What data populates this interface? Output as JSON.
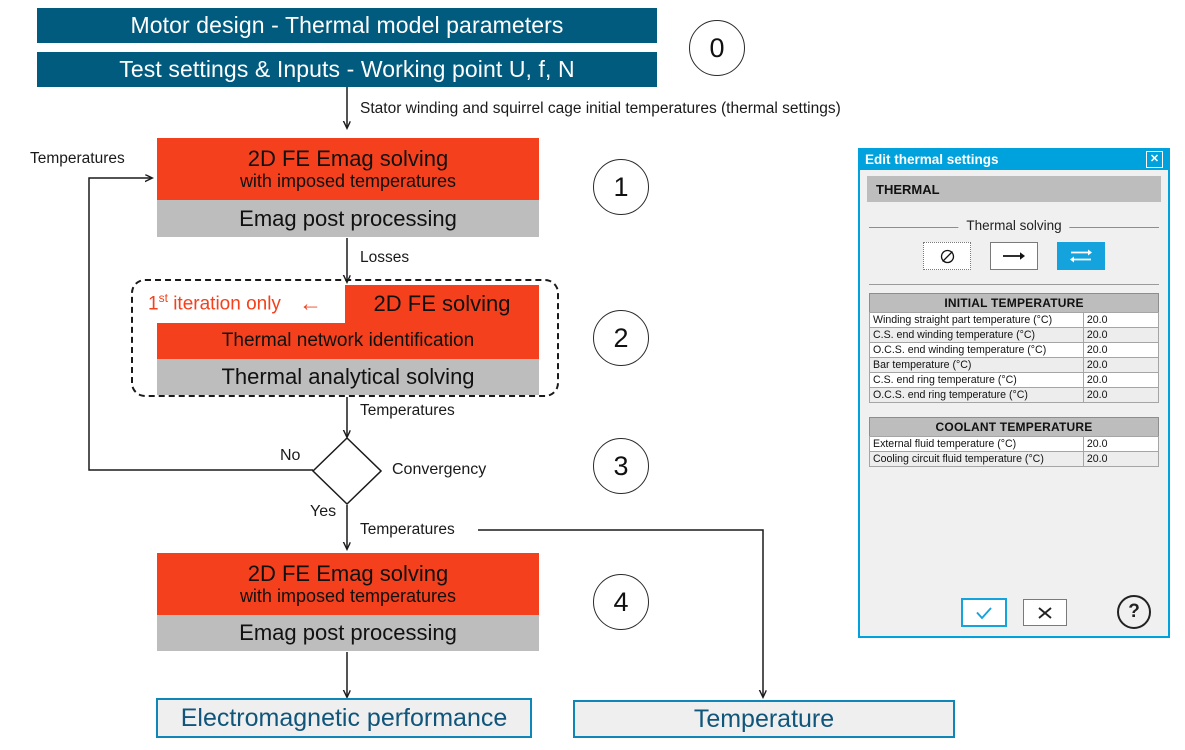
{
  "diagram": {
    "header": {
      "line1": "Motor design - Thermal model parameters",
      "line2": "Test settings & Inputs - Working point U, f, N",
      "step": "0"
    },
    "edges": {
      "initial_temps": "Stator winding and squirrel cage initial temperatures (thermal settings)",
      "feedback_temperatures": "Temperatures",
      "losses": "Losses",
      "temps_to_decision": "Temperatures",
      "temps_yes": "Temperatures",
      "no": "No",
      "yes": "Yes",
      "convergency": "Convergency"
    },
    "step1": {
      "number": "1",
      "title": "2D FE Emag solving",
      "subtitle": "with imposed temperatures",
      "post": "Emag post processing"
    },
    "step2": {
      "number": "2",
      "iteration_note": "1",
      "iteration_note_sup": "st",
      "iteration_note_rest": " iteration only",
      "iteration_arrow": "←",
      "title": "2D FE solving",
      "network": "Thermal network identification",
      "analytical": "Thermal analytical solving"
    },
    "step3": {
      "number": "3"
    },
    "step4": {
      "number": "4",
      "title": "2D FE Emag solving",
      "subtitle": "with imposed temperatures",
      "post": "Emag post processing"
    },
    "results": {
      "electromagnetic": "Electromagnetic performance",
      "temperature": "Temperature"
    },
    "colors": {
      "header_teal": "#015B7E",
      "process_orange": "#F4401C",
      "process_grey": "#BDBDBD",
      "result_border": "#0E86B8",
      "result_text": "#10557A"
    }
  },
  "dialog": {
    "title": "Edit thermal settings",
    "close_label": "✕",
    "tab": "THERMAL",
    "fieldset_legend": "Thermal solving",
    "tools": [
      {
        "name": "no-thermal-solving",
        "glyph": "⌀",
        "active": false
      },
      {
        "name": "one-way-coupling",
        "glyph": "→",
        "active": false
      },
      {
        "name": "two-way-coupling",
        "glyph": "⇄",
        "active": true
      }
    ],
    "initial_temperature": {
      "caption": "INITIAL TEMPERATURE",
      "rows": [
        {
          "label": "Winding straight part temperature (°C)",
          "value": "20.0"
        },
        {
          "label": "C.S. end winding temperature (°C)",
          "value": "20.0"
        },
        {
          "label": "O.C.S. end winding temperature (°C)",
          "value": "20.0"
        },
        {
          "label": "Bar temperature (°C)",
          "value": "20.0"
        },
        {
          "label": "C.S. end ring temperature (°C)",
          "value": "20.0"
        },
        {
          "label": "O.C.S. end ring temperature (°C)",
          "value": "20.0"
        }
      ]
    },
    "coolant_temperature": {
      "caption": "COOLANT TEMPERATURE",
      "rows": [
        {
          "label": "External fluid temperature (°C)",
          "value": "20.0"
        },
        {
          "label": "Cooling circuit fluid temperature (°C)",
          "value": "20.0"
        }
      ]
    },
    "footer": {
      "ok": "✓",
      "cancel": "✕",
      "help": "?"
    },
    "colors": {
      "titlebar": "#00A2DD",
      "accent": "#14A3DC",
      "body": "#F0F0F0"
    }
  }
}
